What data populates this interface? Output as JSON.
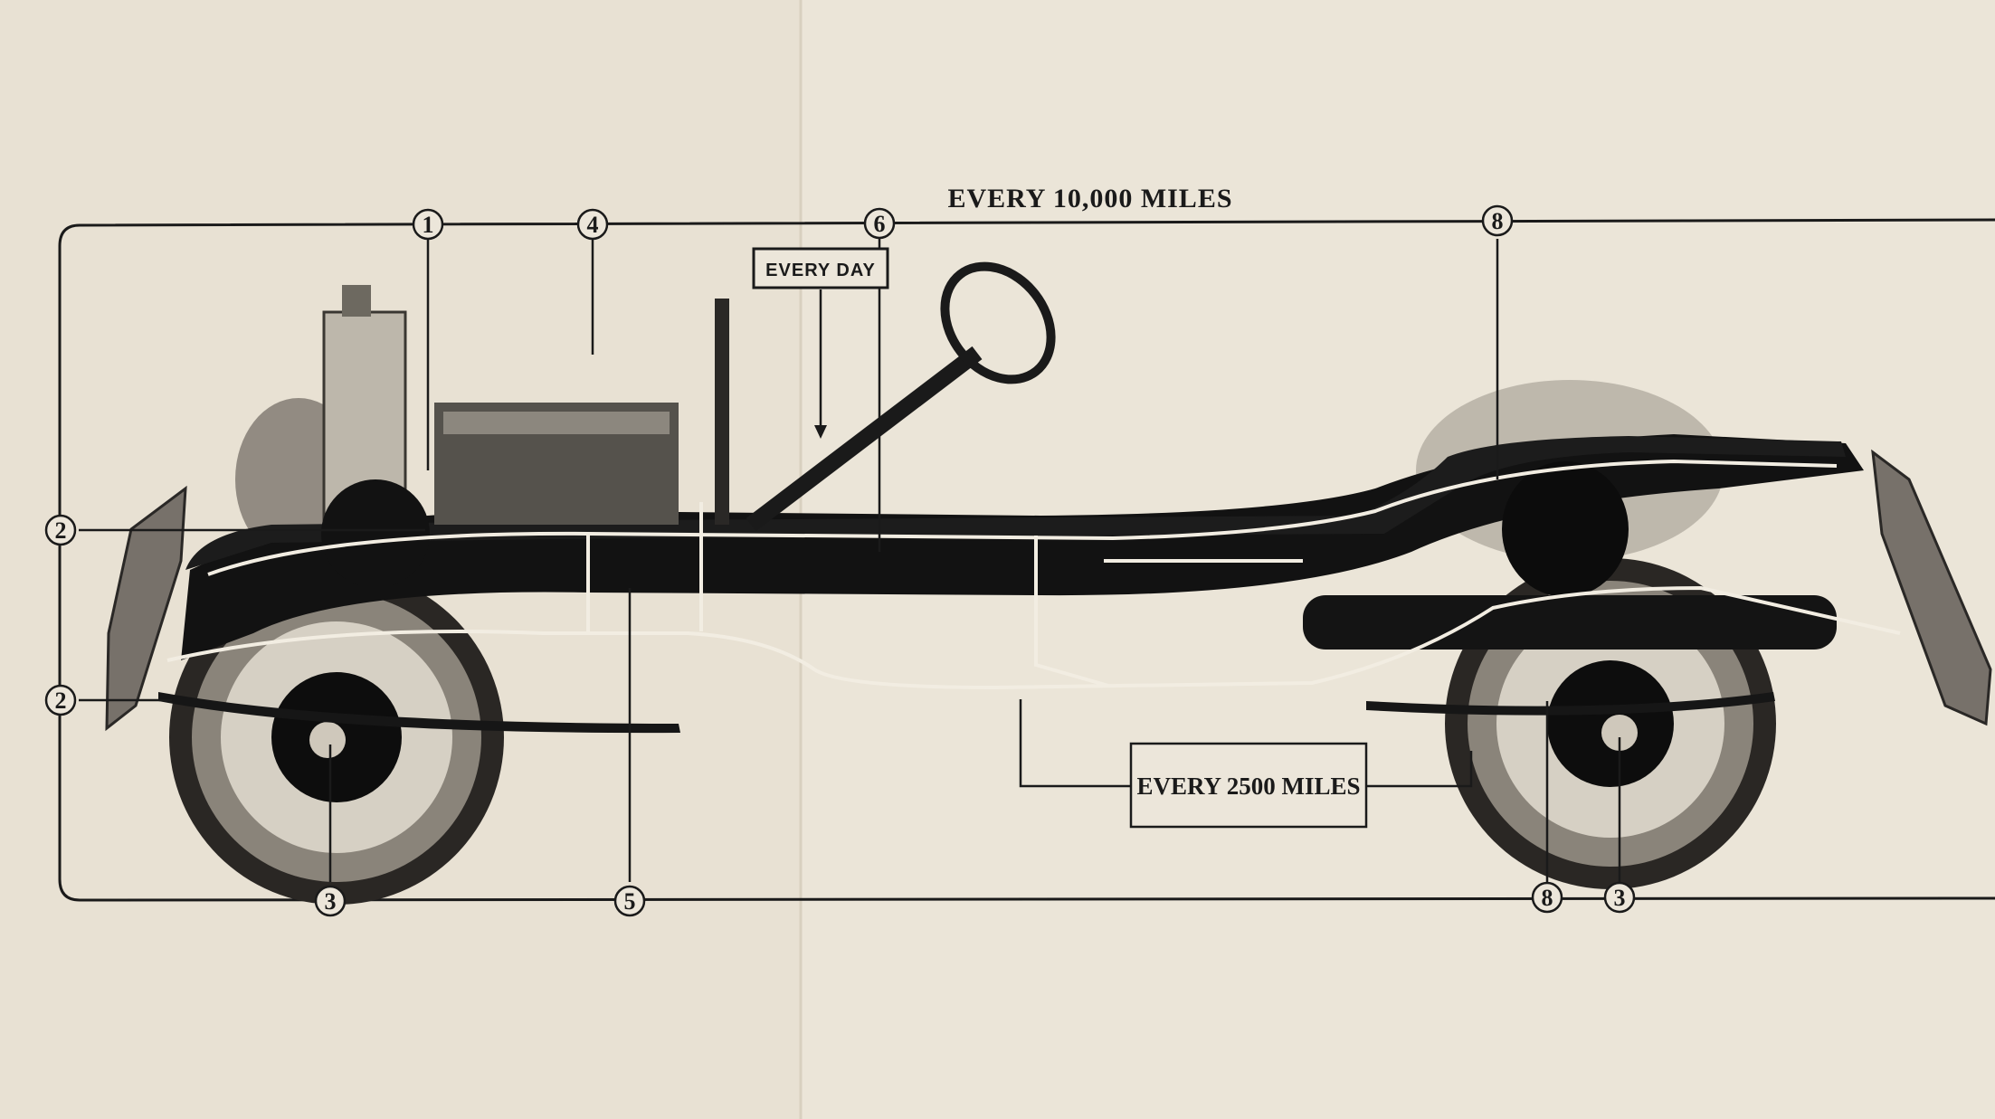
{
  "labels": {
    "heading": "EVERY 10,000 MILES",
    "every_day": "EVERY DAY",
    "every_2500": "EVERY 2500 MILES"
  },
  "callouts": {
    "top": [
      "1",
      "4",
      "6",
      "8"
    ],
    "left": [
      "2",
      "2"
    ],
    "bottom": [
      "3",
      "5",
      "8",
      "3"
    ]
  },
  "colors": {
    "paper": "#e8e1d3",
    "ink": "#1a1a1a",
    "chassis": "#111111",
    "oil_lines": "#f2ede2"
  }
}
